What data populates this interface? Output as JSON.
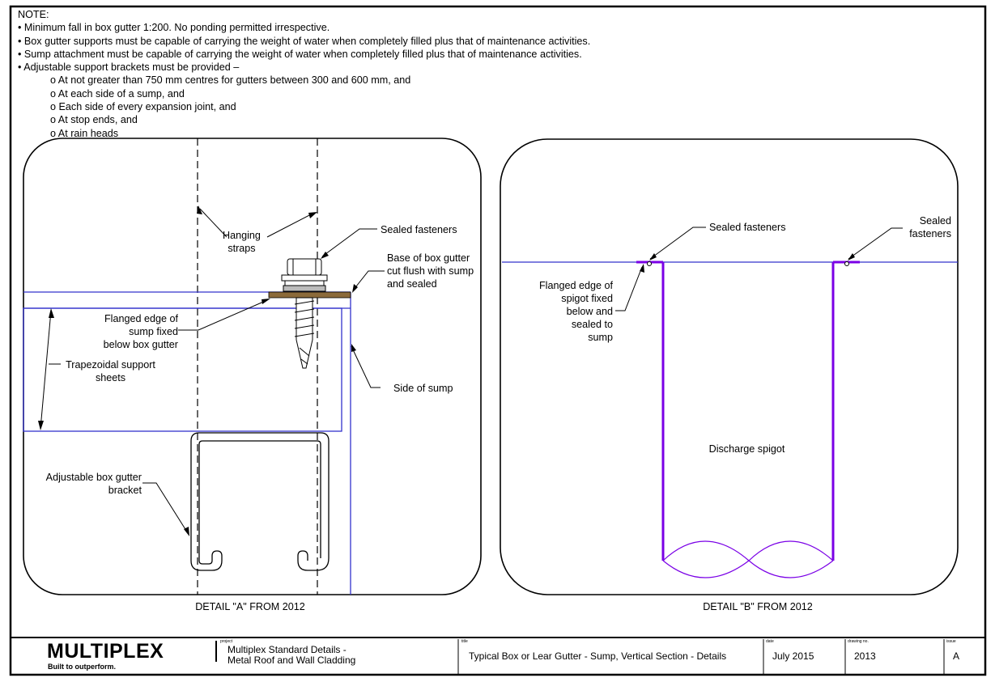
{
  "notes": {
    "heading": "NOTE:",
    "bullets": [
      "• Minimum fall in box gutter 1:200. No ponding permitted irrespective.",
      "• Box gutter supports must be capable of carrying the weight of water when completely filled plus that of maintenance activities.",
      "• Sump attachment must be capable of carrying the weight of water when completely filled plus that of maintenance activities.",
      "• Adjustable support brackets must be provided –"
    ],
    "sub_items": [
      "o At not greater than 750 mm centres for gutters between 300 and 600 mm, and",
      "o At each side of a sump, and",
      "o Each side of every expansion joint, and",
      "o At stop ends, and",
      "o At rain heads"
    ]
  },
  "detail_a": {
    "caption": "DETAIL \"A\" FROM 2012",
    "hanging_straps": [
      "Hanging",
      "straps"
    ],
    "sealed_fasteners": "Sealed fasteners",
    "base_of_box_gutter": [
      "Base of box gutter",
      "cut flush with sump",
      "and sealed"
    ],
    "flanged_edge": [
      "Flanged edge of",
      "sump fixed",
      "below box gutter"
    ],
    "trapezoidal": [
      "Trapezoidal support",
      "sheets"
    ],
    "side_of_sump": "Side of sump",
    "bracket": [
      "Adjustable box gutter",
      "bracket"
    ]
  },
  "detail_b": {
    "caption": "DETAIL \"B\" FROM 2012",
    "sealed_fasteners_left": "Sealed fasteners",
    "sealed_fasteners_right": [
      "Sealed",
      "fasteners"
    ],
    "flanged_edge": [
      "Flanged edge of",
      "spigot fixed",
      "below and",
      "sealed to",
      "sump"
    ],
    "discharge_spigot": "Discharge spigot"
  },
  "title_block": {
    "logo": "MULTIPLEX",
    "tagline": "Built to outperform.",
    "project_caption": "project",
    "project": [
      "Multiplex Standard Details -",
      "Metal Roof and Wall Cladding"
    ],
    "title_caption": "title",
    "title": "Typical Box or Lear Gutter - Sump, Vertical Section - Details",
    "date_caption": "date",
    "date": "July 2015",
    "drawing_caption": "drawing no.",
    "drawing_no": "2013",
    "issue_caption": "issue",
    "issue": "A"
  },
  "colors": {
    "outline": "#000000",
    "blue_line": "#3333cc",
    "purple": "#7a00e6",
    "fastener_brown": "#8b6a3a"
  }
}
